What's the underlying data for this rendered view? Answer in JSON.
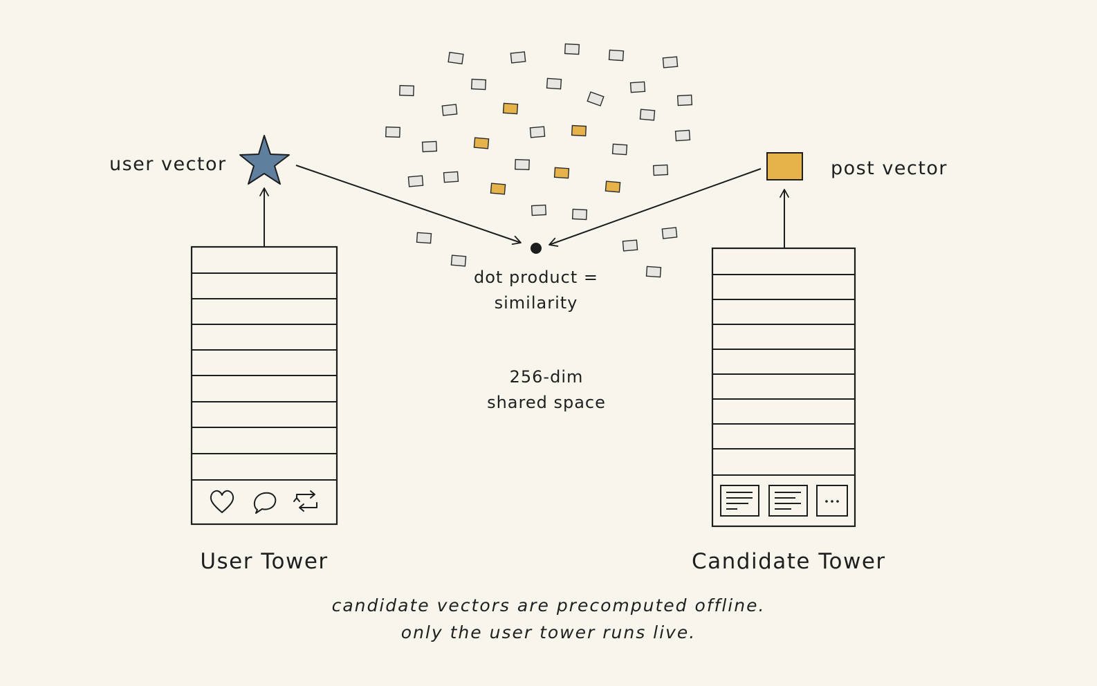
{
  "user_vector_label": "user vector",
  "post_vector_label": "post vector",
  "dot_product_line1": "dot product =",
  "dot_product_line2": "similarity",
  "space_line1": "256-dim",
  "space_line2": "shared space",
  "user_tower_title": "User Tower",
  "candidate_tower_title": "Candidate Tower",
  "caption_line1": "candidate vectors are precomputed offline.",
  "caption_line2": "only the user tower runs live.",
  "user_tower_icons": [
    "heart-icon",
    "comment-icon",
    "repost-icon"
  ],
  "candidate_tower_icons": [
    "document-icon",
    "document-icon",
    "more-icon"
  ],
  "colors": {
    "background": "#f8f5ec",
    "ink": "#1d1d1d",
    "user_vector": "#5f7f9e",
    "post_vector": "#e6b24a",
    "candidate_point_gray": "#e7e6e0",
    "candidate_point_highlight": "#e6b24a"
  }
}
